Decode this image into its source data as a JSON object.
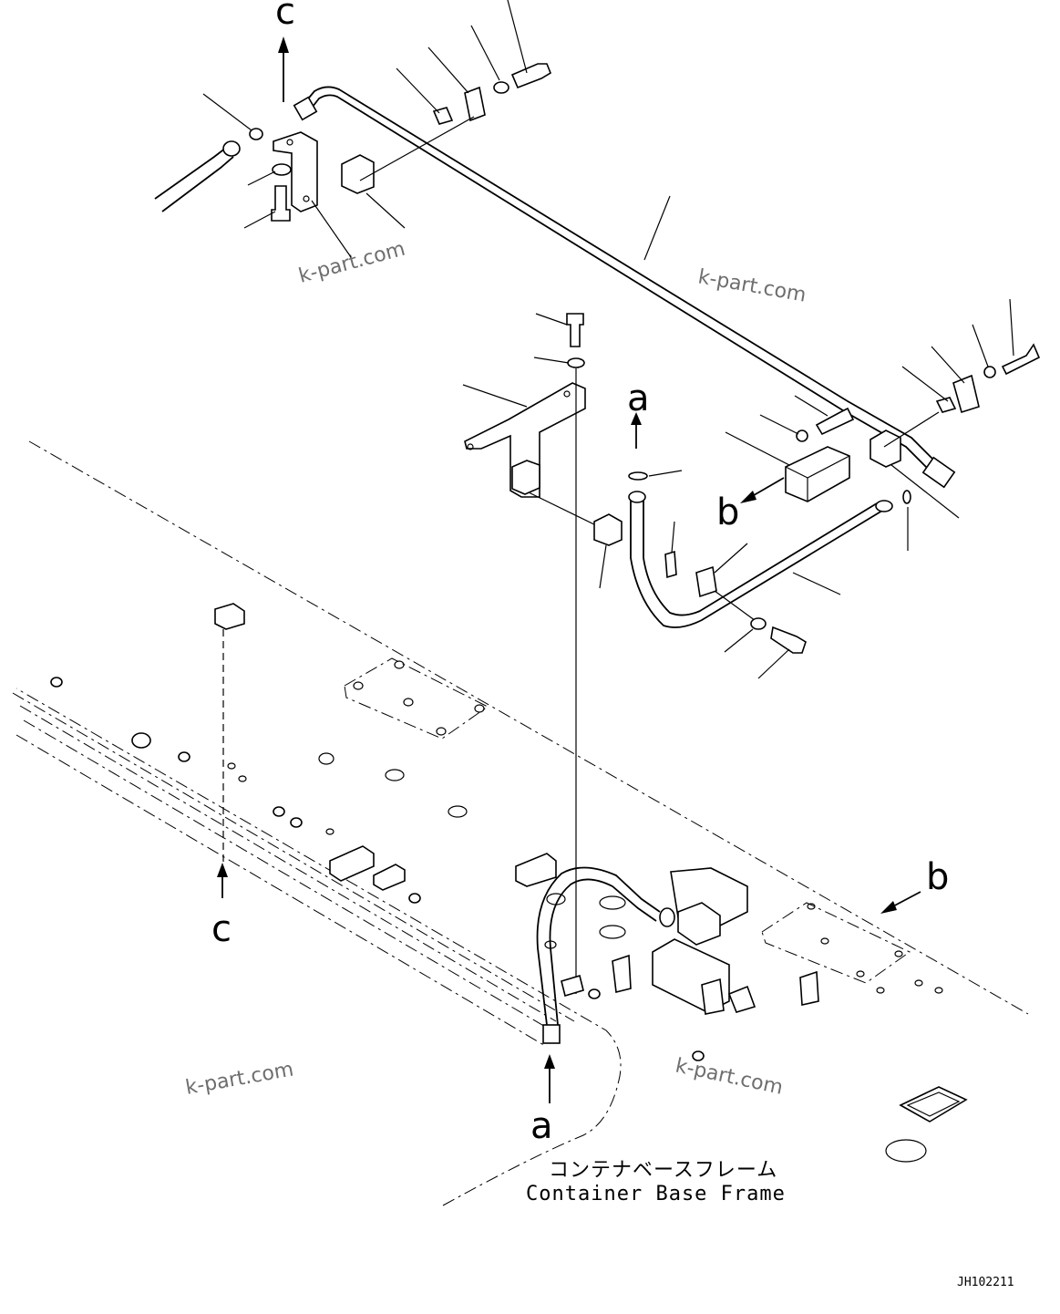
{
  "drawing": {
    "callouts": {
      "a_top": "a",
      "a_bottom": "a",
      "b_upper": "b",
      "b_right": "b",
      "c_top": "c",
      "c_left": "c"
    },
    "caption_jp": "コンテナベースフレーム",
    "caption_en": "Container Base Frame",
    "drawing_code": "JH102211",
    "watermarks": [
      "k-part.com",
      "k-part.com",
      "k-part.com",
      "k-part.com"
    ]
  }
}
